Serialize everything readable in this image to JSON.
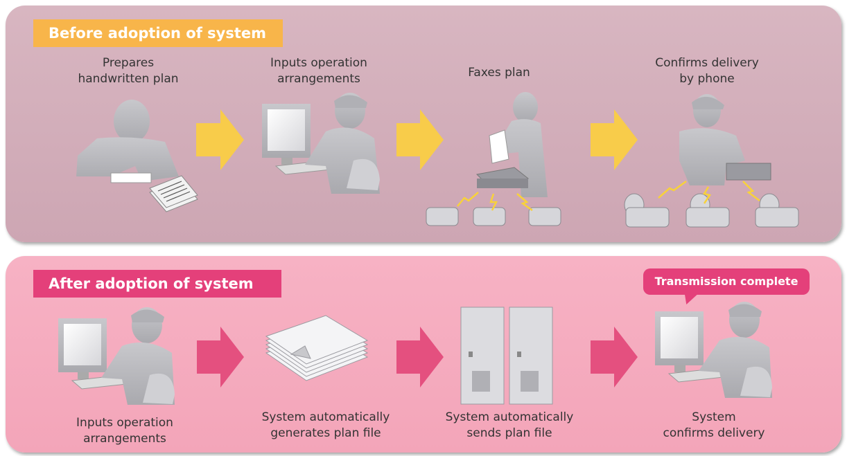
{
  "before": {
    "heading": "Before adoption of system",
    "steps": [
      {
        "label": "Prepares\nhandwritten plan",
        "icon": "person-writing-icon"
      },
      {
        "label": "Inputs operation\narrangements",
        "icon": "person-computer-icon"
      },
      {
        "label": "Faxes plan",
        "icon": "fax-machine-icon"
      },
      {
        "label": "Confirms delivery\nby phone",
        "icon": "person-phone-icon"
      }
    ]
  },
  "after": {
    "heading": "After adoption of system",
    "bubble": "Transmission complete",
    "steps": [
      {
        "label": "Inputs operation\narrangements",
        "icon": "person-computer-icon"
      },
      {
        "label": "System automatically\ngenerates plan file",
        "icon": "paper-stack-icon"
      },
      {
        "label": "System automatically\nsends plan file",
        "icon": "server-icon"
      },
      {
        "label": "System\nconfirms delivery",
        "icon": "person-computer-icon"
      }
    ]
  },
  "colors": {
    "before_panel": "#d4afbb",
    "after_panel": "#f5acbf",
    "before_banner": "#f8b54a",
    "after_banner": "#e4407a",
    "before_arrow": "#f8cc4a",
    "after_arrow": "#e4507f",
    "silhouette": "#b9b9bd"
  }
}
